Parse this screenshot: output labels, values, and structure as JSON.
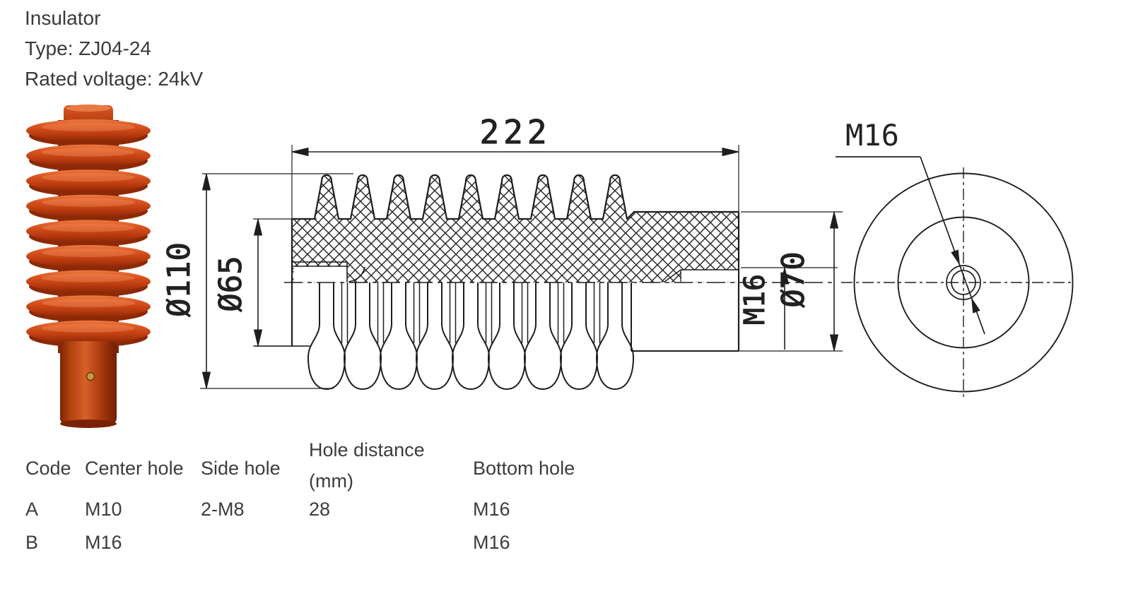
{
  "header": {
    "line1": "Insulator",
    "line2": "Type: ZJ04-24",
    "line3": "Rated voltage: 24kV"
  },
  "drawing": {
    "front_view": {
      "length": "222",
      "shed_diameter": "Ø110",
      "core_diameter": "Ø65",
      "bottom_hole_thread": "M16",
      "flange_diameter": "Ø70"
    },
    "end_view": {
      "center_hole_thread": "M16"
    }
  },
  "table": {
    "headers": {
      "code": "Code",
      "center": "Center hole",
      "side": "Side hole",
      "distance_l1": "Hole distance",
      "distance_l2": "(mm)",
      "bottom": "Bottom hole"
    },
    "rows": [
      {
        "code": "A",
        "center": "M10",
        "side": "2-M8",
        "distance": "28",
        "bottom": "M16"
      },
      {
        "code": "B",
        "center": "M16",
        "side": "",
        "distance": "",
        "bottom": "M16"
      }
    ]
  },
  "colors": {
    "insulator_red": "#c9481a",
    "line_color": "#1e1e1e",
    "text_color": "#3a3a3a"
  }
}
